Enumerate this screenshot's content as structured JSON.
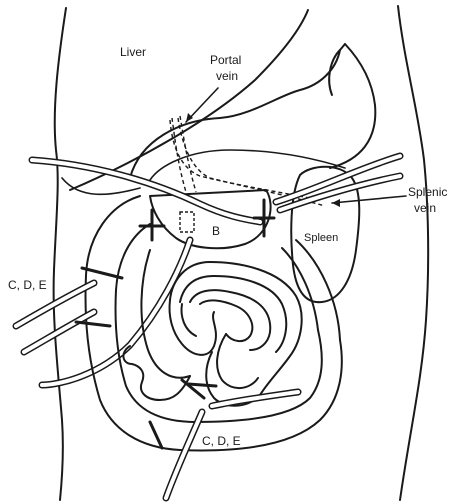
{
  "labels": {
    "liver": "Liver",
    "portal_vein_line1": "Portal",
    "portal_vein_line2": "vein",
    "splenic_vein_line1": "Splenic",
    "splenic_vein_line2": "vein",
    "spleen": "Spleen",
    "b": "B",
    "cde_left": "C, D, E",
    "cde_bottom": "C, D, E"
  },
  "colors": {
    "ink": "#1a1a1a",
    "background": "#ffffff"
  }
}
